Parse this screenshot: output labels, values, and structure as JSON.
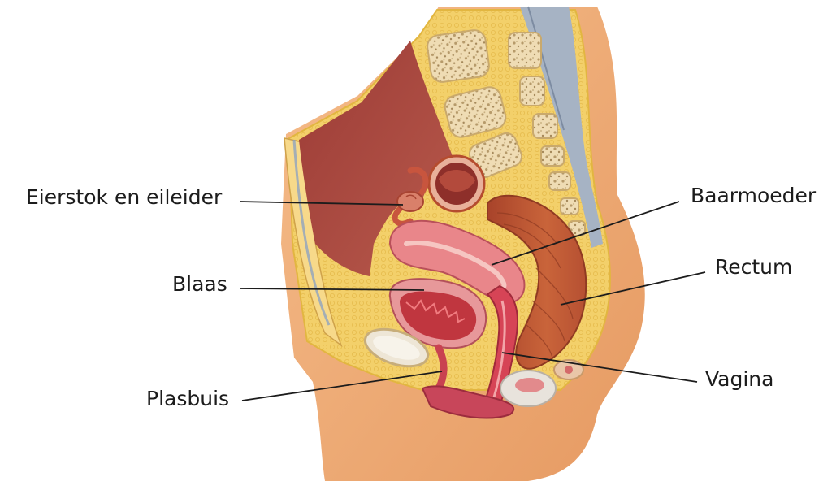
{
  "labels": {
    "ovary_tube": "Eierstok en eileider",
    "bladder": "Blaas",
    "urethra": "Plasbuis",
    "uterus": "Baarmoeder",
    "rectum": "Rectum",
    "vagina": "Vagina"
  },
  "colors": {
    "skin": "#f2b07a",
    "skin_shadow": "#e39760",
    "fat": "#f3d06a",
    "fat_edge": "#e2b640",
    "cavity": "#a9463e",
    "cavity_dark": "#8e3530",
    "bone": "#efdcb4",
    "bone_dot": "#b69a6a",
    "spine_band": "#a6b3c4",
    "uterus": "#e9868a",
    "uterus_inner": "#f2b0ad",
    "muscle": "#b54c2e",
    "muscle_light": "#cf6a3f",
    "bladder_inner": "#c0363f",
    "mucosa": "#d64456",
    "pubic_bone": "#eee6d6",
    "line": "#1c1c1c"
  }
}
